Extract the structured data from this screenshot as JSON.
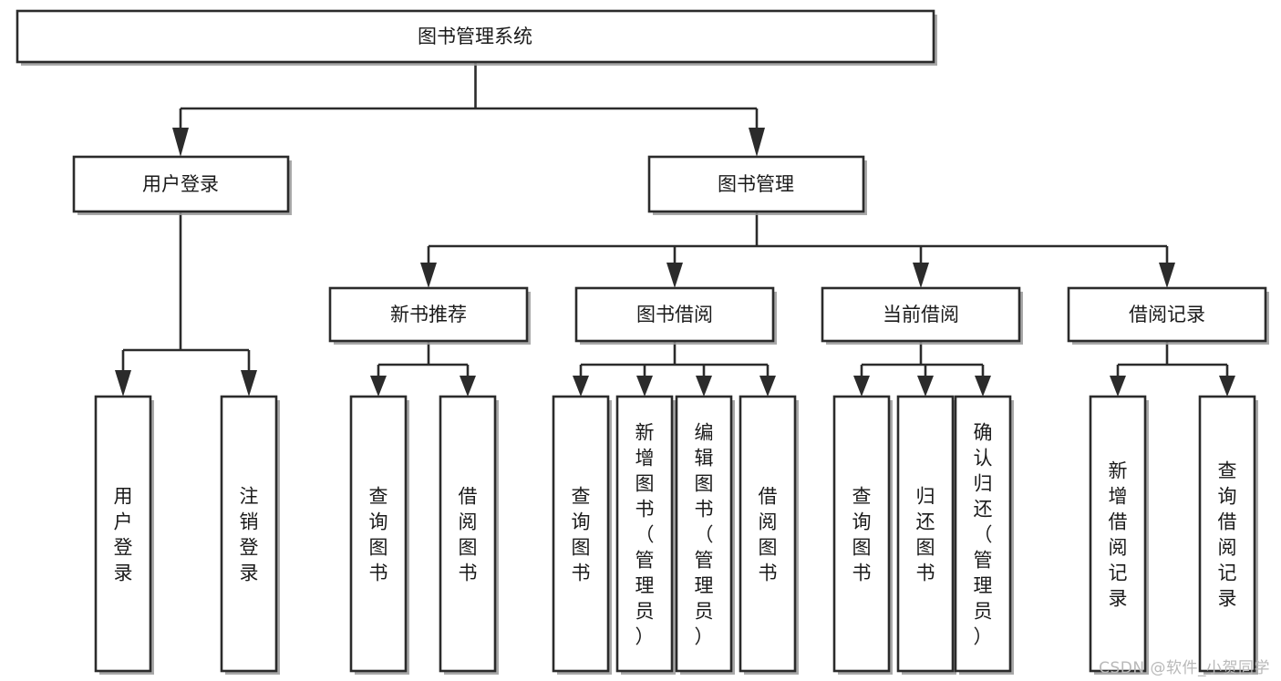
{
  "diagram": {
    "title": "图书管理系统",
    "type": "tree-hierarchy-diagram",
    "colors": {
      "stroke": "#2b2b2b",
      "fill": "#ffffff",
      "shadow": "#9a9a9a",
      "text": "#1a1a1a",
      "watermark": "#b9b9b9"
    },
    "root": {
      "label": "图书管理系统"
    },
    "level2": [
      {
        "label": "用户登录"
      },
      {
        "label": "图书管理"
      }
    ],
    "level3": [
      {
        "label": "新书推荐"
      },
      {
        "label": "图书借阅"
      },
      {
        "label": "当前借阅"
      },
      {
        "label": "借阅记录"
      }
    ],
    "leaves": {
      "user_login": [
        {
          "label": "用户登录"
        },
        {
          "label": "注销登录"
        }
      ],
      "new_book_recommend": [
        {
          "label": "查询图书"
        },
        {
          "label": "借阅图书"
        }
      ],
      "book_borrow": [
        {
          "label": "查询图书"
        },
        {
          "label": "新增图书（管理员）"
        },
        {
          "label": "编辑图书（管理员）"
        },
        {
          "label": "借阅图书"
        }
      ],
      "current_borrow": [
        {
          "label": "查询图书"
        },
        {
          "label": "归还图书"
        },
        {
          "label": "确认归还（管理员）"
        }
      ],
      "borrow_records": [
        {
          "label": "新增借阅记录"
        },
        {
          "label": "查询借阅记录"
        }
      ]
    }
  },
  "watermark": {
    "text": "CSDN @软件_小贺同学"
  }
}
